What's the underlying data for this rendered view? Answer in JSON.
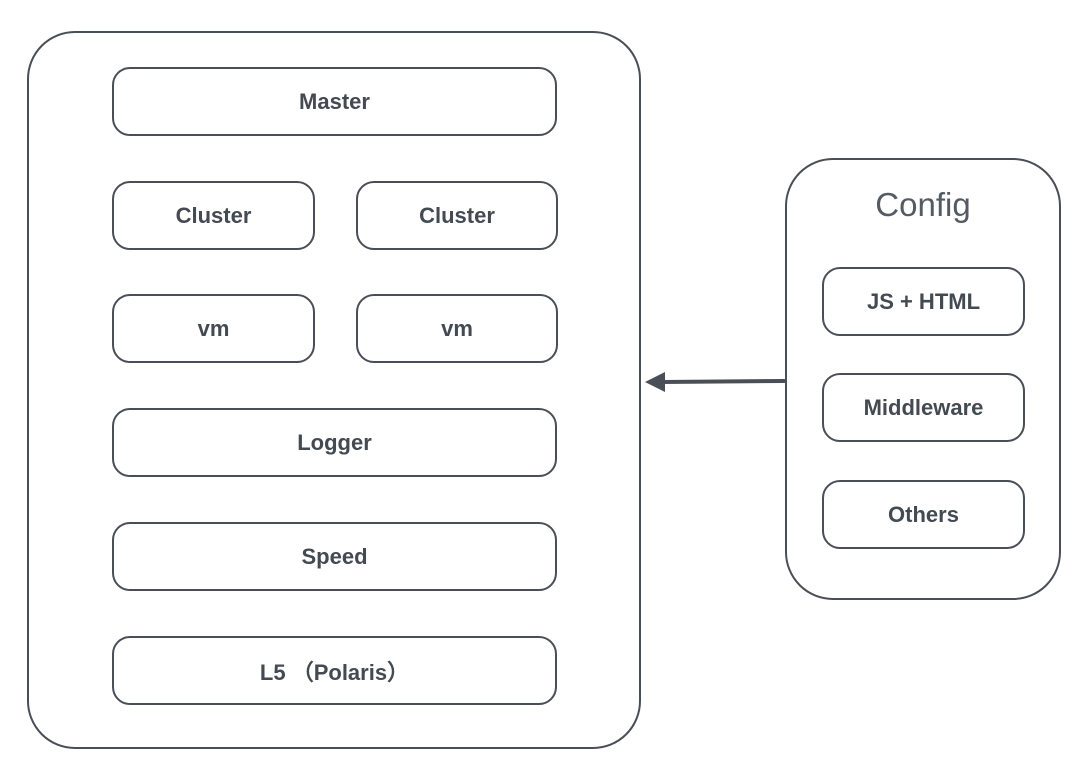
{
  "main_stack": {
    "master": "Master",
    "cluster_left": "Cluster",
    "cluster_right": "Cluster",
    "vm_left": "vm",
    "vm_right": "vm",
    "logger": "Logger",
    "speed": "Speed",
    "l5": "L5 （Polaris）"
  },
  "config": {
    "title": "Config",
    "items": [
      "JS + HTML",
      "Middleware",
      "Others"
    ]
  },
  "colors": {
    "stroke": "#4a4f57",
    "text": "#444a52"
  }
}
